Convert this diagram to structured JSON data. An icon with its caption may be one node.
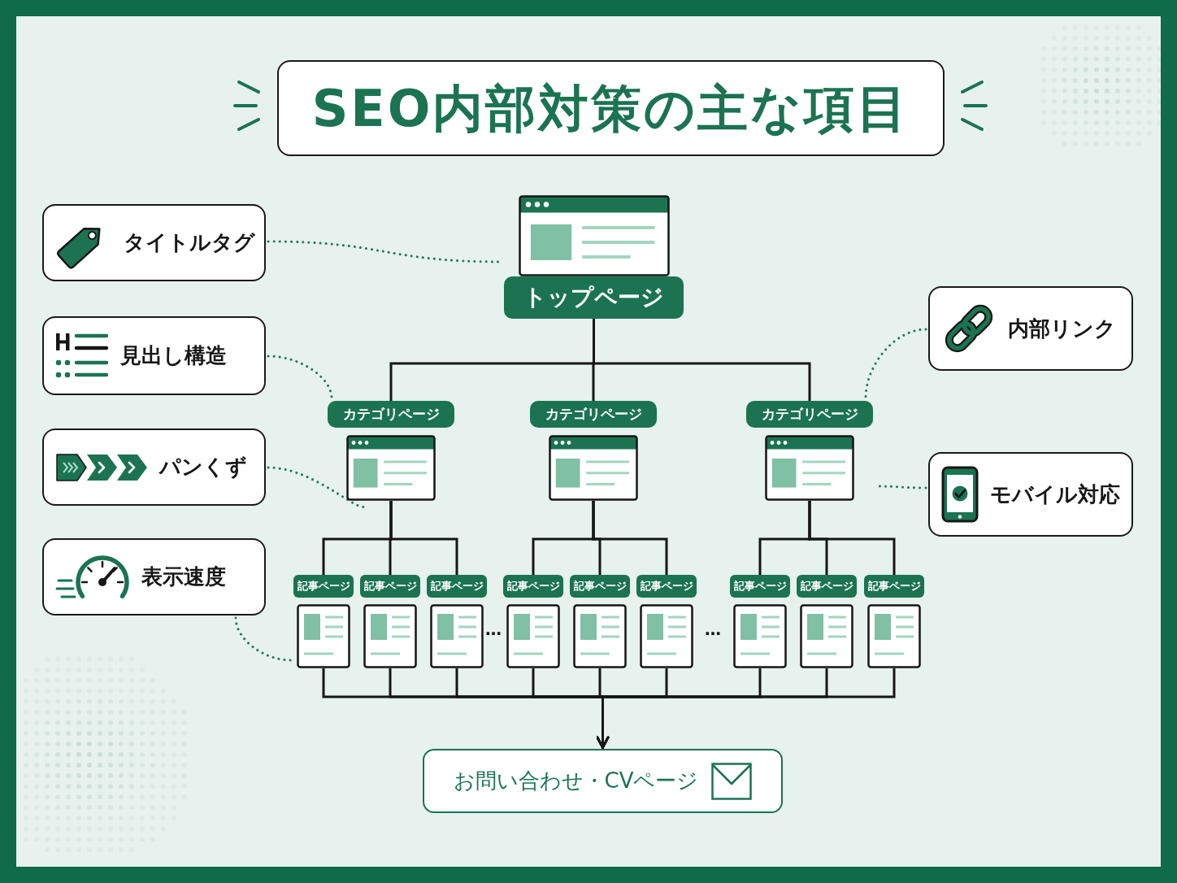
{
  "diagram": {
    "title": "SEO内部対策の主な項目",
    "nodes": [
      {
        "text": [
          "タイトルタグ"
        ]
      },
      {
        "text": [
          "見出し構造"
        ]
      },
      {
        "text": [
          "パンくず"
        ]
      },
      {
        "text": [
          "表示速度"
        ]
      },
      {
        "text": [
          "トップページ"
        ]
      },
      {
        "text": [
          "カテゴリページ"
        ]
      },
      {
        "text": [
          "カテゴリページ"
        ]
      },
      {
        "text": [
          "カテゴリページ"
        ]
      },
      {
        "text": [
          "記事ページ"
        ]
      },
      {
        "text": [
          "記事ページ"
        ]
      },
      {
        "text": [
          "記事ページ"
        ]
      },
      {
        "text": [
          "記事ページ"
        ]
      },
      {
        "text": [
          "記事ページ"
        ]
      },
      {
        "text": [
          "記事ページ"
        ]
      },
      {
        "text": [
          "記事ページ"
        ]
      },
      {
        "text": [
          "記事ページ"
        ]
      },
      {
        "text": [
          "記事ページ"
        ]
      },
      {
        "text": [
          "お問い合わせ・CVページ"
        ]
      },
      {
        "text": [
          "内部リンク"
        ]
      },
      {
        "text": [
          "モバイル対応"
        ]
      }
    ],
    "edges": [
      {
        "from": 4,
        "to": 5,
        "arrow": "none"
      },
      {
        "from": 4,
        "to": 6,
        "arrow": "none"
      },
      {
        "from": 4,
        "to": 7,
        "arrow": "none"
      },
      {
        "from": 5,
        "to": 8,
        "arrow": "none"
      },
      {
        "from": 5,
        "to": 9,
        "arrow": "none"
      },
      {
        "from": 5,
        "to": 10,
        "arrow": "none"
      },
      {
        "from": 6,
        "to": 11,
        "arrow": "none"
      },
      {
        "from": 6,
        "to": 12,
        "arrow": "none"
      },
      {
        "from": 6,
        "to": 13,
        "arrow": "none"
      },
      {
        "from": 7,
        "to": 14,
        "arrow": "none"
      },
      {
        "from": 7,
        "to": 15,
        "arrow": "none"
      },
      {
        "from": 7,
        "to": 16,
        "arrow": "none"
      },
      {
        "from": 8,
        "to": 17,
        "arrow": "to"
      },
      {
        "from": 9,
        "to": 17,
        "arrow": "to"
      },
      {
        "from": 10,
        "to": 17,
        "arrow": "to"
      },
      {
        "from": 11,
        "to": 17,
        "arrow": "to"
      },
      {
        "from": 12,
        "to": 17,
        "arrow": "to"
      },
      {
        "from": 13,
        "to": 17,
        "arrow": "to"
      },
      {
        "from": 14,
        "to": 17,
        "arrow": "to"
      },
      {
        "from": 15,
        "to": 17,
        "arrow": "to"
      },
      {
        "from": 16,
        "to": 17,
        "arrow": "to"
      },
      {
        "from": 0,
        "to": 4,
        "arrow": "none",
        "style": "dashed",
        "color": "#1f7a57"
      },
      {
        "from": 1,
        "to": 5,
        "arrow": "none",
        "style": "dashed",
        "color": "#1f7a57"
      },
      {
        "from": 2,
        "to": 5,
        "arrow": "none",
        "style": "dashed",
        "color": "#1f7a57"
      },
      {
        "from": 3,
        "to": 8,
        "arrow": "none",
        "style": "dashed",
        "color": "#1f7a57"
      },
      {
        "from": 18,
        "to": 7,
        "arrow": "none",
        "style": "dashed",
        "color": "#1f7a57"
      },
      {
        "from": 19,
        "to": 7,
        "arrow": "none",
        "style": "dashed",
        "color": "#1f7a57"
      }
    ],
    "labels": [
      "…",
      "…"
    ]
  }
}
